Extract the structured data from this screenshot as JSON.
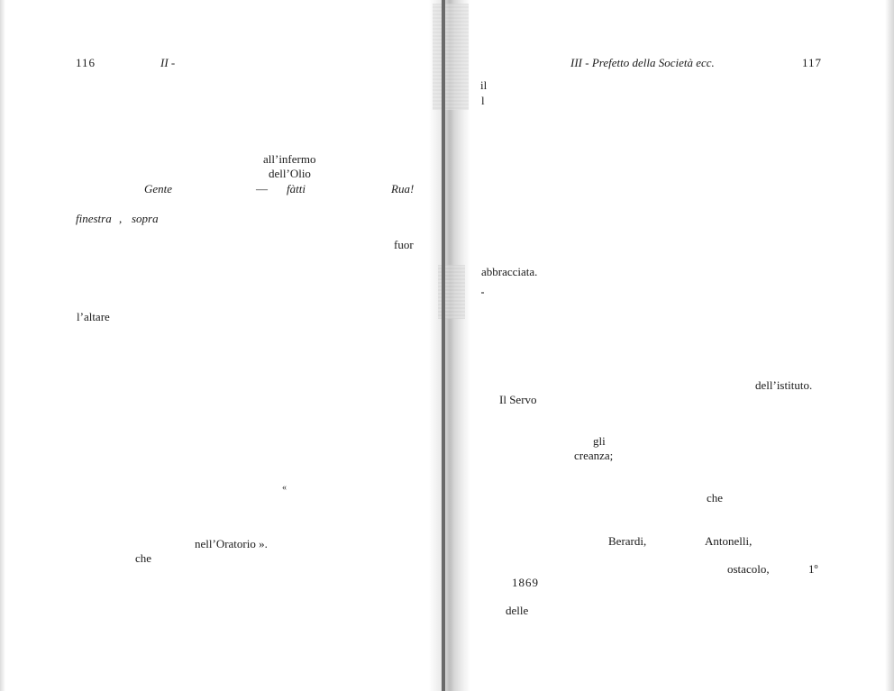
{
  "left_page": {
    "page_number": "116",
    "running_head": "II -",
    "words": {
      "all_infermo": "all’infermo",
      "dell_olio": "dell’Olio",
      "gente": "Gente",
      "dash": "—",
      "fatti": "fàtti",
      "rua": "Rua!",
      "finestra": "finestra",
      "comma": ",",
      "sopra": "sopra",
      "fuor": "fuor",
      "l_altare": "l’altare",
      "open_quote": "«",
      "nell_oratorio": "nell’Oratorio ».",
      "che": "che"
    }
  },
  "right_page": {
    "page_number": "117",
    "running_head": "III - Prefetto della Società ecc.",
    "words": {
      "il": "il",
      "l": "l",
      "abbracciata": "abbracciata.",
      "dell_istituto": "dell’istituto.",
      "il_servo": "Il Servo",
      "gli": "gli",
      "creanza": "creanza;",
      "che": "che",
      "berardi": "Berardi,",
      "antonelli": "Antonelli,",
      "ostacolo": "ostacolo,",
      "primo": "1º",
      "anno": "1869",
      "delle": "delle"
    }
  }
}
